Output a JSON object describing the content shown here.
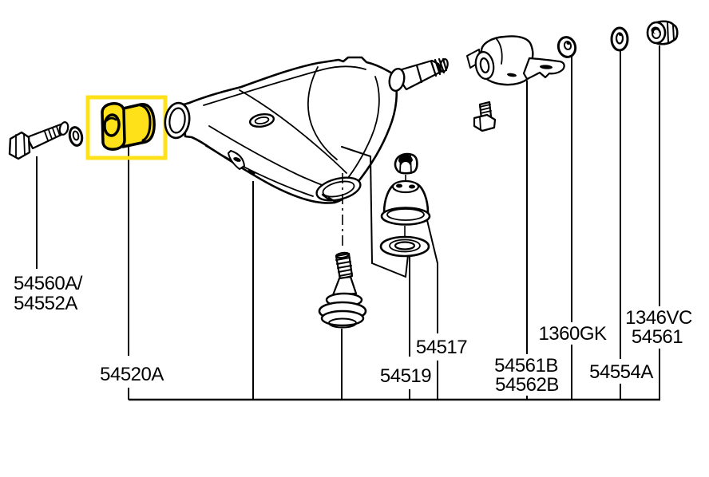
{
  "diagram": {
    "background_color": "#ffffff",
    "line_color": "#000000",
    "highlight_color": "#ffe11a",
    "highlighted_part_label": "54520A",
    "labels": {
      "bolt_line1": "54560A/",
      "bolt_line2": "54552A",
      "bushing": "54520A",
      "stack": "54519",
      "dust_cover": "54517",
      "bracket_line1": "54561B",
      "bracket_line2": "54562B",
      "washer_a": "1360GK",
      "washer_b": "54554A",
      "nut_line1": "1346VC",
      "nut_line2": "54561"
    }
  }
}
